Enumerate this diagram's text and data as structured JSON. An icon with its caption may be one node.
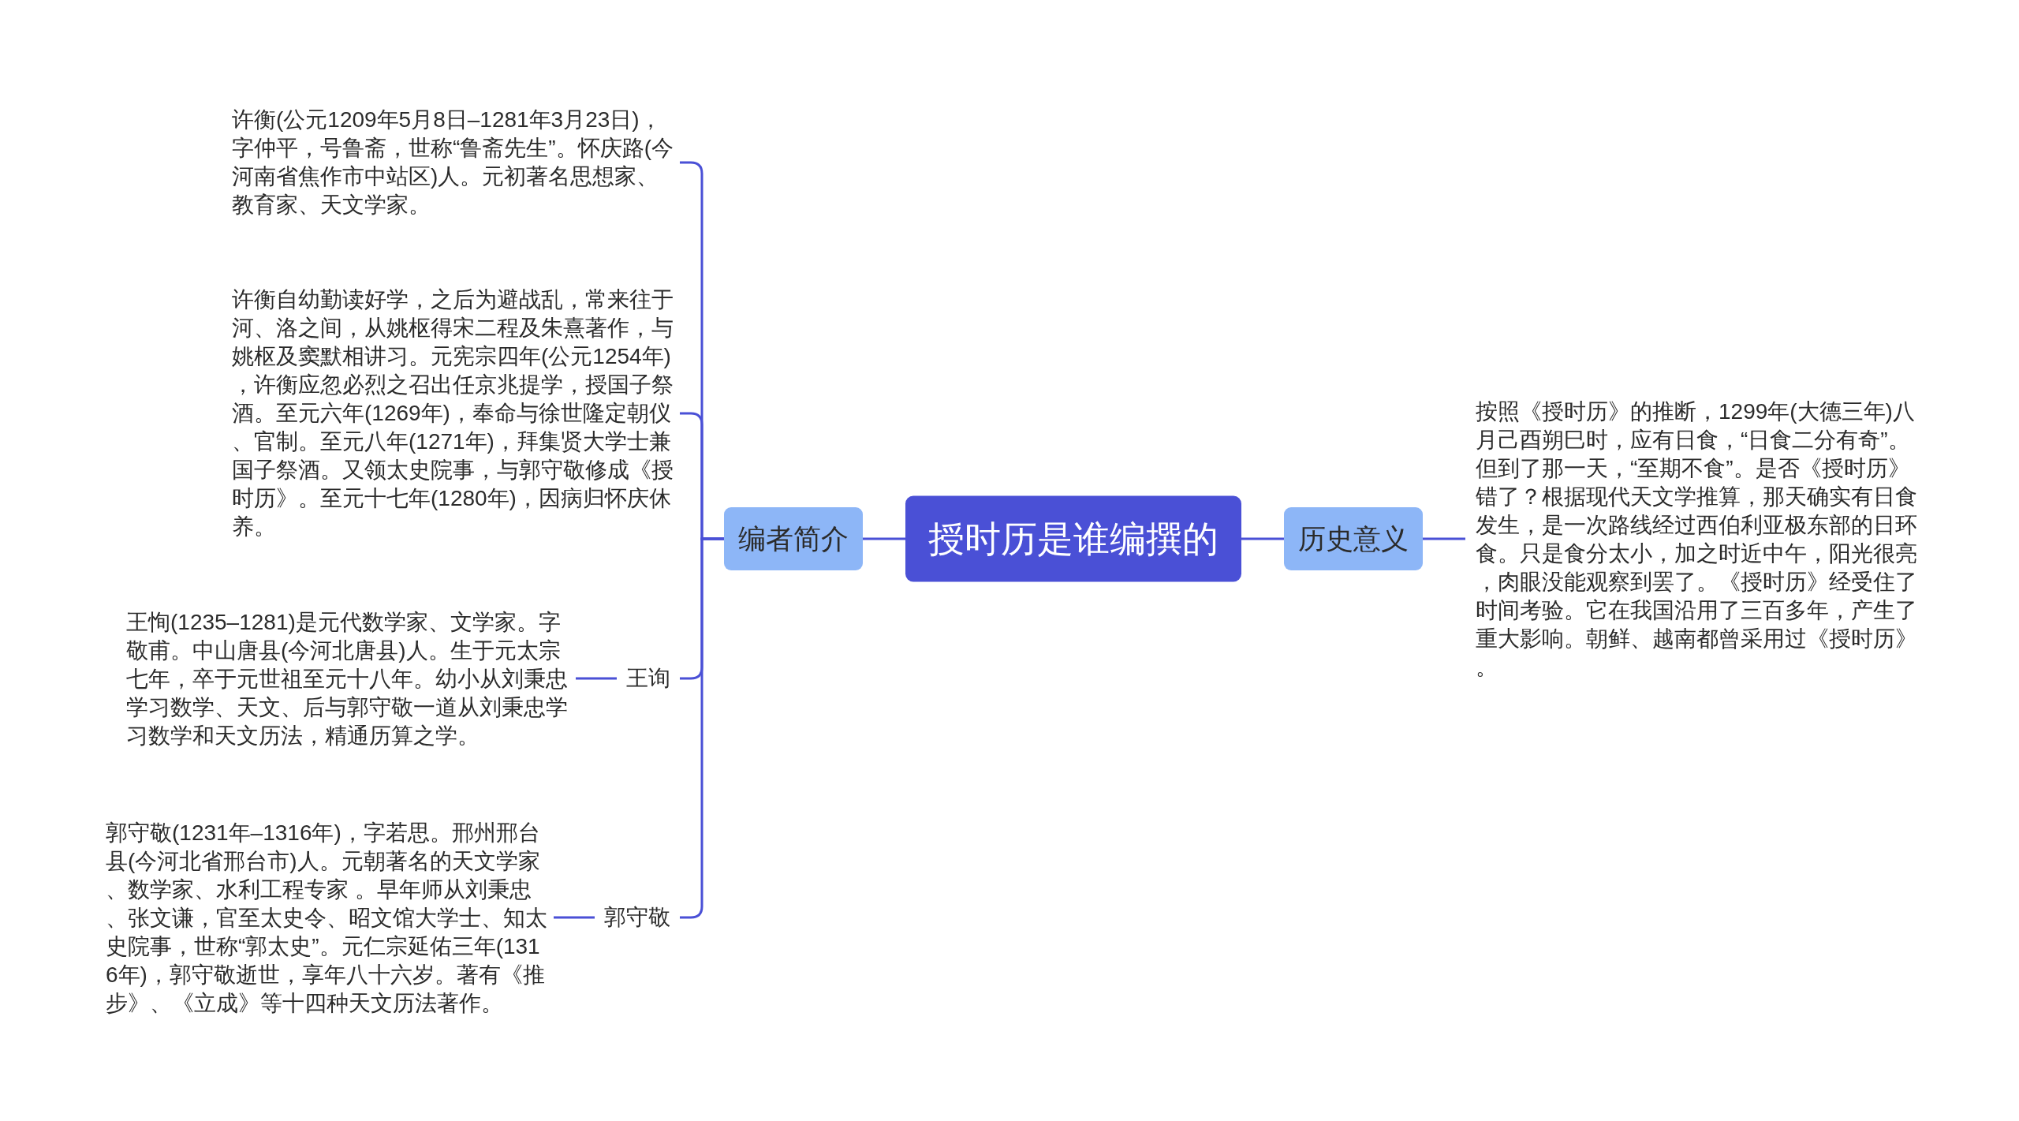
{
  "diagram": {
    "nodes": [
      {
        "text": [
          "授时历是谁编撰的"
        ]
      },
      {
        "text": [
          "编者简介"
        ]
      },
      {
        "text": [
          "许衡(公元1209年5月8日–1281年3月23日)，字仲平，号鲁斋，世称“鲁斋先生”。怀庆路(今河南省焦作市中站区)人。元初著名思想家、教育家、天文学家。"
        ]
      },
      {
        "text": [
          "许衡自幼勤读好学，之后为避战乱，常来往于河、洛之间，从姚枢得宋二程及朱熹著作，与姚枢及窦默相讲习。元宪宗四年(公元1254年)，许衡应忽必烈之召出任京兆提学，授国子祭酒。至元六年(1269年)，奉命与徐世隆定朝仪、官制。至元八年(1271年)，拜集贤大学士兼国子祭酒。又领太史院事，与郭守敬修成《授时历》。至元十七年(1280年)，因病归怀庆休养。"
        ]
      },
      {
        "text": [
          "王询"
        ]
      },
      {
        "text": [
          "王恂(1235–1281)是元代数学家、文学家。字敬甫。中山唐县(今河北唐县)人。生于元太宗七年，卒于元世祖至元十八年。幼小从刘秉忠学习数学、天文、后与郭守敬一道从刘秉忠学习数学和天文历法，精通历算之学。"
        ]
      },
      {
        "text": [
          "郭守敬"
        ]
      },
      {
        "text": [
          "郭守敬(1231年–1316年)，字若思。邢州邢台县(今河北省邢台市)人。元朝著名的天文学家、数学家、水利工程专家 。早年师从刘秉忠、张文谦，官至太史令、昭文馆大学士、知太史院事，世称“郭太史”。元仁宗延佑三年(1316年)，郭守敬逝世，享年八十六岁。著有《推步》、《立成》等十四种天文历法著作。"
        ]
      },
      {
        "text": [
          "历史意义"
        ]
      },
      {
        "text": [
          "按照《授时历》的推断，1299年(大德三年)八月己酉朔巳时，应有日食，“日食二分有奇”。但到了那一天，“至期不食”。是否《授时历》错了？根据现代天文学推算，那天确实有日食发生，是一次路线经过西伯利亚极东部的日环食。只是食分太小，加之时近中午，阳光很亮，肉眼没能观察到罢了。《授时历》经受住了时间考验。它在我国沿用了三百多年，产生了重大影响。朝鲜、越南都曾采用过《授时历》。"
        ]
      }
    ],
    "edges": [
      {
        "from": 0,
        "to": 1,
        "arrow": "none"
      },
      {
        "from": 0,
        "to": 8,
        "arrow": "none"
      },
      {
        "from": 1,
        "to": 2,
        "arrow": "none"
      },
      {
        "from": 1,
        "to": 3,
        "arrow": "none"
      },
      {
        "from": 1,
        "to": 4,
        "arrow": "none"
      },
      {
        "from": 1,
        "to": 6,
        "arrow": "none"
      },
      {
        "from": 4,
        "to": 5,
        "arrow": "none"
      },
      {
        "from": 6,
        "to": 7,
        "arrow": "none"
      },
      {
        "from": 8,
        "to": 9,
        "arrow": "none"
      }
    ]
  }
}
